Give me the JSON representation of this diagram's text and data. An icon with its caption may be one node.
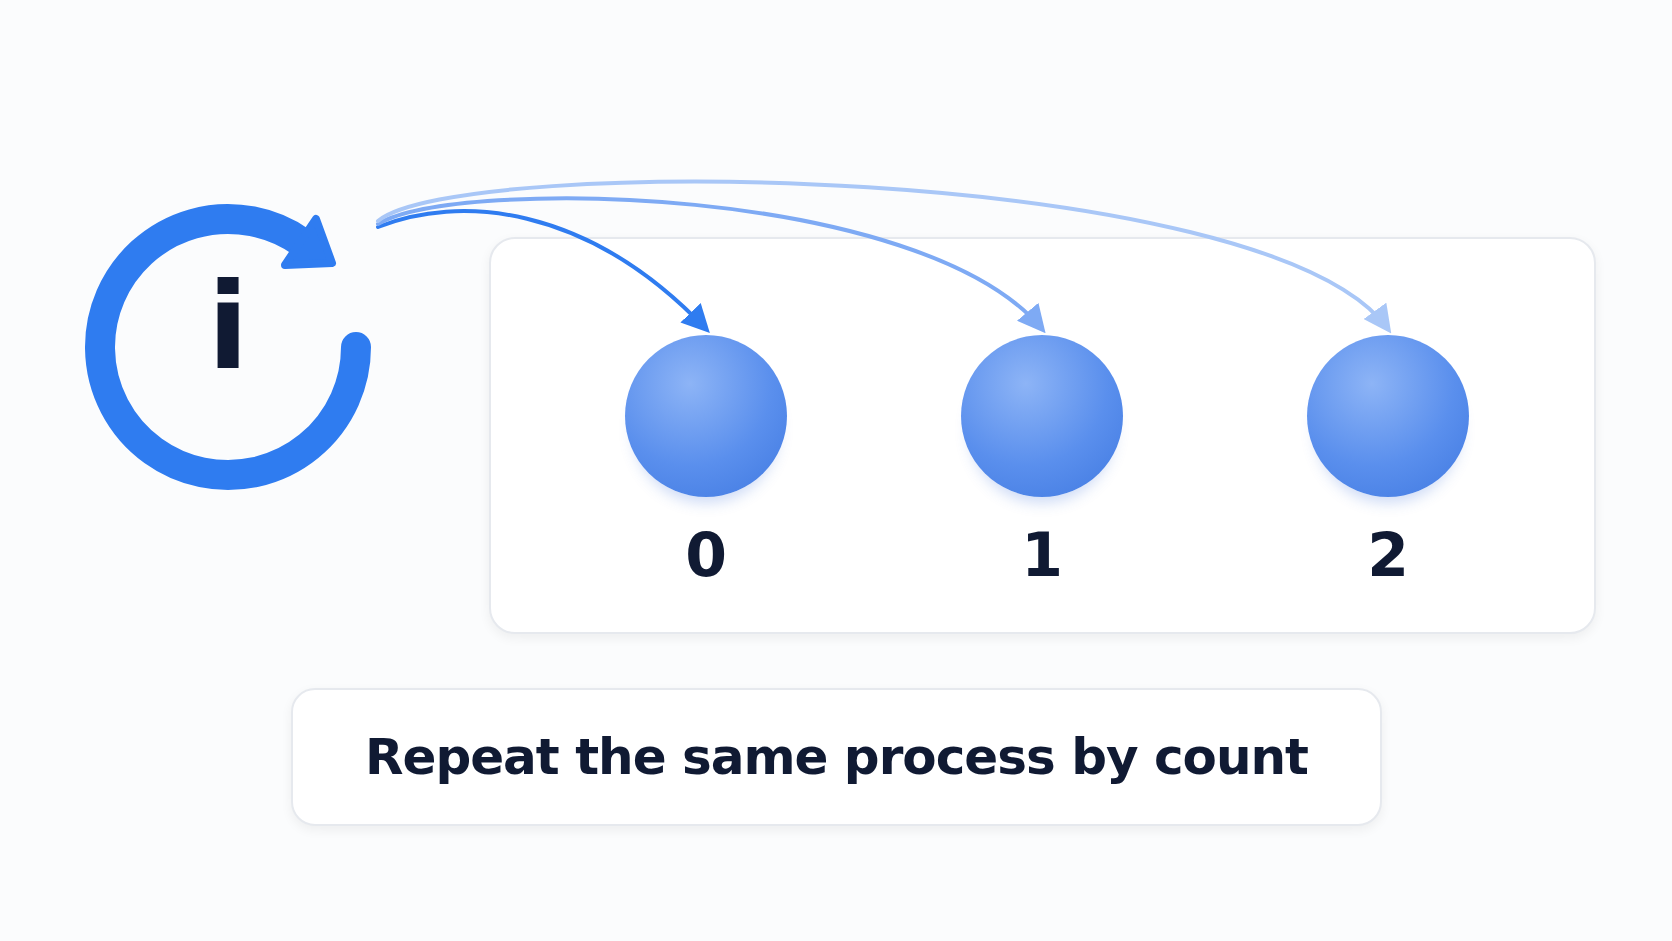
{
  "diagram": {
    "nodes": [
      {
        "text": [
          "i"
        ]
      },
      {
        "text": [],
        "shape": "box"
      },
      {
        "text": [],
        "shape": "circle",
        "in": 1,
        "beside": [
          "0"
        ]
      },
      {
        "text": [],
        "shape": "circle",
        "in": 1,
        "beside": [
          "1"
        ]
      },
      {
        "text": [],
        "shape": "circle",
        "in": 1,
        "beside": [
          "2"
        ]
      },
      {
        "text": [
          "Repeat the same process by count"
        ]
      }
    ],
    "edges": [
      {
        "from": 0,
        "to": 2,
        "arrow": "to"
      },
      {
        "from": 0,
        "to": 3,
        "arrow": "to",
        "color": "#7eaaf4"
      },
      {
        "from": 0,
        "to": 4,
        "arrow": "to",
        "color": "#a9c7f7"
      }
    ]
  }
}
